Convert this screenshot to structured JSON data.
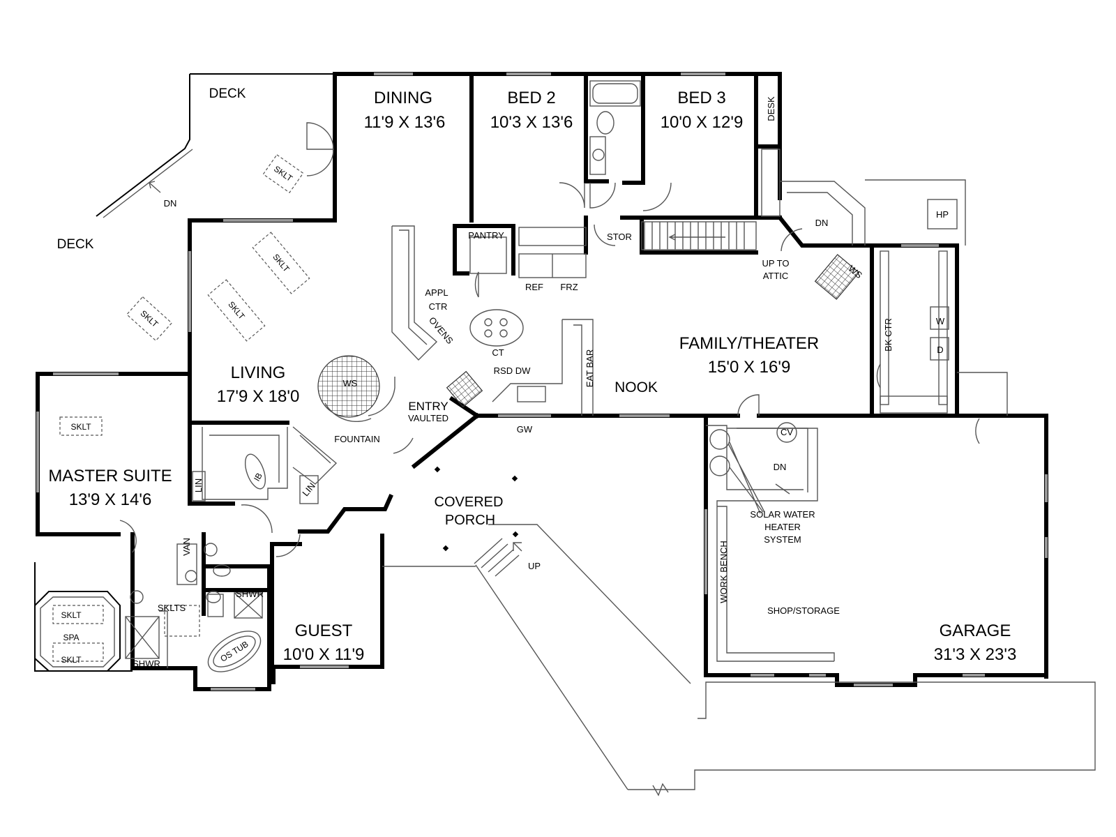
{
  "rooms": [
    {
      "key": "dining",
      "name": "DINING",
      "dim": "11'9 X 13'6"
    },
    {
      "key": "bed2",
      "name": "BED 2",
      "dim": "10'3 X 13'6"
    },
    {
      "key": "bed3",
      "name": "BED 3",
      "dim": "10'0 X 12'9"
    },
    {
      "key": "living",
      "name": "LIVING",
      "dim": "17'9 X 18'0"
    },
    {
      "key": "family",
      "name": "FAMILY/THEATER",
      "dim": "15'0 X 16'9"
    },
    {
      "key": "master",
      "name": "MASTER SUITE",
      "dim": "13'9 X 14'6"
    },
    {
      "key": "guest",
      "name": "GUEST",
      "dim": "10'0 X 11'9"
    },
    {
      "key": "garage",
      "name": "GARAGE",
      "dim": "31'3 X 23'3"
    }
  ],
  "labels": {
    "deck_top": "DECK",
    "deck_left": "DECK",
    "dn_deck": "DN",
    "sklt": "SKLT",
    "desk": "DESK",
    "pantry": "PANTRY",
    "stor": "STOR",
    "ref": "REF",
    "frz": "FRZ",
    "dn_stair": "DN",
    "up_to_attic_1": "UP TO",
    "up_to_attic_2": "ATTIC",
    "hp": "HP",
    "ws_family": "WS",
    "appl_1": "APPL",
    "appl_2": "CTR",
    "ovens": "OVENS",
    "ct": "CT",
    "rsd_dw": "RSD DW",
    "eat_bar": "EAT BAR",
    "nook": "NOOK",
    "bk_ctr": "BK CTR",
    "w": "W",
    "d": "D",
    "ws_living": "WS",
    "fountain": "FOUNTAIN",
    "entry_1": "ENTRY",
    "entry_2": "VAULTED",
    "gw": "GW",
    "cv": "CV",
    "dn_garage": "DN",
    "solar_1": "SOLAR WATER",
    "solar_2": "HEATER",
    "solar_3": "SYSTEM",
    "lin_1": "LIN",
    "lin_2": "LIN",
    "ib": "IB",
    "covered_1": "COVERED",
    "covered_2": "PORCH",
    "up": "UP",
    "van": "VAN",
    "shwr_1": "SHWR",
    "sklts": "SKLTS",
    "shwr_2": "SHWR",
    "os_tub": "OS TUB",
    "spa_sklt_1": "SKLT",
    "spa": "SPA",
    "spa_sklt_2": "SKLT",
    "work_bench": "WORK BENCH",
    "shop": "SHOP/STORAGE"
  }
}
